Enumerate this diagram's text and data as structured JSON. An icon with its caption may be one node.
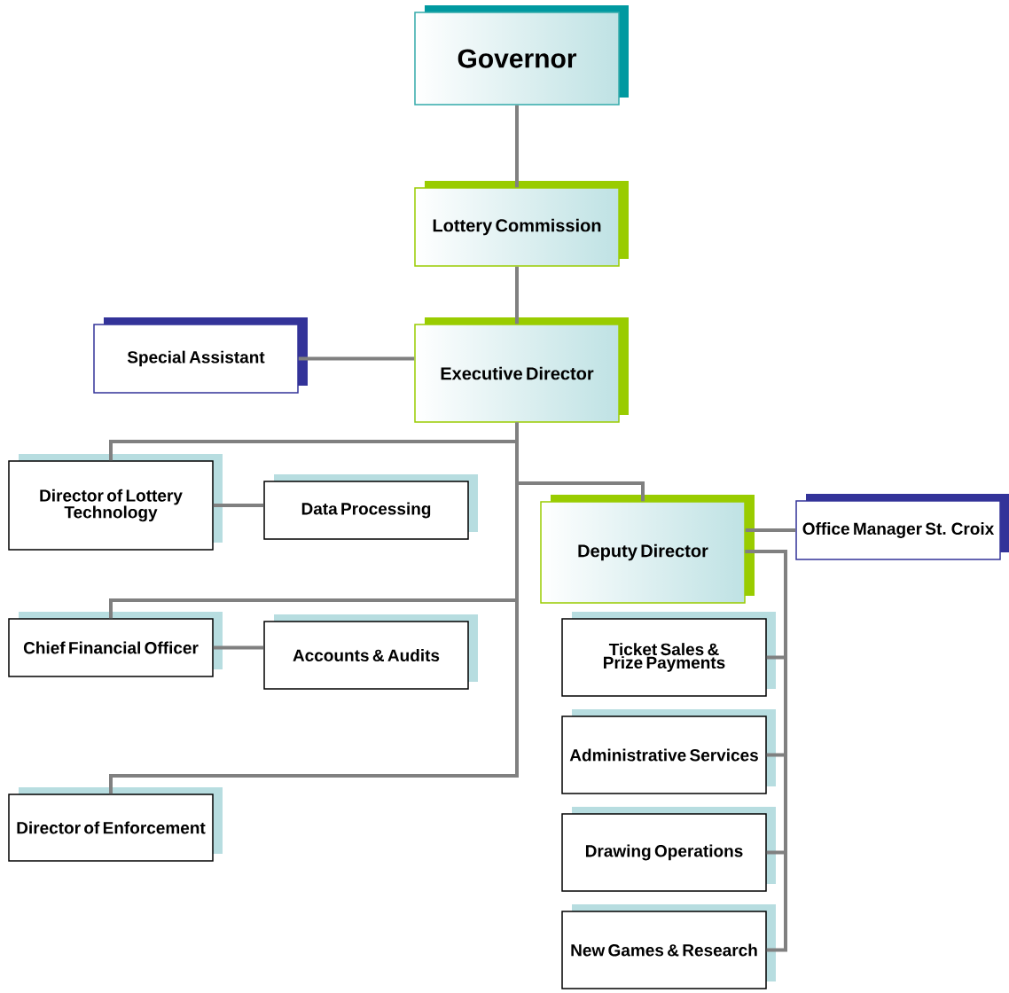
{
  "diagram": {
    "nodes": [
      {
        "text": [
          "Governor"
        ]
      },
      {
        "text": [
          "Lottery Commission"
        ]
      },
      {
        "text": [
          "Special Assistant"
        ]
      },
      {
        "text": [
          "Executive Director"
        ]
      },
      {
        "text": [
          "Director of Lottery Technology"
        ]
      },
      {
        "text": [
          "Data Processing"
        ]
      },
      {
        "text": [
          "Deputy Director"
        ]
      },
      {
        "text": [
          "Office Manager St. Croix"
        ]
      },
      {
        "text": [
          "Chief Financial Officer"
        ]
      },
      {
        "text": [
          "Accounts & Audits"
        ]
      },
      {
        "text": [
          "Ticket Sales & Prize Payments"
        ]
      },
      {
        "text": [
          "Administrative Services"
        ]
      },
      {
        "text": [
          "Drawing Operations"
        ]
      },
      {
        "text": [
          "Director of Enforcement"
        ]
      },
      {
        "text": [
          "New Games & Research"
        ]
      }
    ],
    "edges": [
      {
        "from": 0,
        "to": 1,
        "arrow": "none"
      },
      {
        "from": 1,
        "to": 3,
        "arrow": "none"
      },
      {
        "from": 3,
        "to": 2,
        "arrow": "none"
      },
      {
        "from": 3,
        "to": 4,
        "arrow": "none"
      },
      {
        "from": 4,
        "to": 5,
        "arrow": "none"
      },
      {
        "from": 3,
        "to": 6,
        "arrow": "none"
      },
      {
        "from": 6,
        "to": 7,
        "arrow": "none"
      },
      {
        "from": 3,
        "to": 8,
        "arrow": "none"
      },
      {
        "from": 8,
        "to": 9,
        "arrow": "none"
      },
      {
        "from": 3,
        "to": 13,
        "arrow": "none"
      },
      {
        "from": 6,
        "to": 10,
        "arrow": "none"
      },
      {
        "from": 6,
        "to": 11,
        "arrow": "none"
      },
      {
        "from": 6,
        "to": 12,
        "arrow": "none"
      },
      {
        "from": 6,
        "to": 14,
        "arrow": "none"
      }
    ]
  }
}
